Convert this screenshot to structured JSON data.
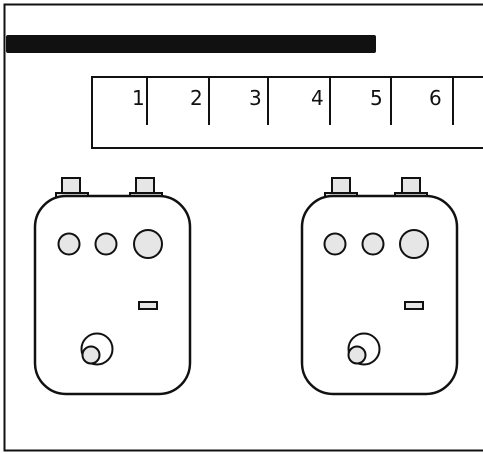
{
  "ruler": {
    "labels": [
      "1",
      "2",
      "3",
      "4",
      "5",
      "6"
    ]
  },
  "colors": {
    "stroke": "#111111",
    "background": "#ffffff",
    "pedal_fill": "#ffffff",
    "knob_fill": "#e6e6e6",
    "jack_fill": "#e6e6e6",
    "led_fill": "#e6e6e6",
    "title_bar": "#111111"
  },
  "pedals": [
    {
      "name": "pedal-left"
    },
    {
      "name": "pedal-right"
    }
  ]
}
